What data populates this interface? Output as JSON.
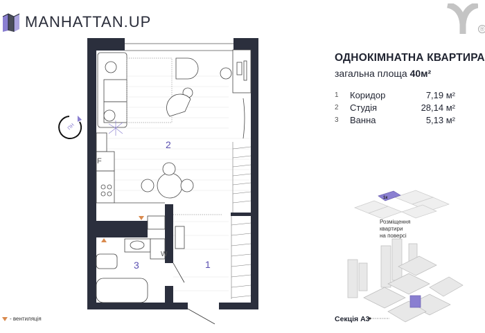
{
  "brand": {
    "name": "MANHATTAN.UP",
    "registered": "®"
  },
  "apartment": {
    "title": "ОДНОКІМНАТНА КВАРТИРА",
    "area_label": "загальна площа",
    "area_value": "40м²",
    "rooms": [
      {
        "num": "1",
        "name": "Коридор",
        "area": "7,19 м²"
      },
      {
        "num": "2",
        "name": "Студія",
        "area": "28,14 м²"
      },
      {
        "num": "3",
        "name": "Ванна",
        "area": "5,13 м²"
      }
    ]
  },
  "plan": {
    "labels": {
      "room1": "1",
      "room2": "2",
      "room3": "3",
      "fridge": "F",
      "washer": "W",
      "compass": "ПН"
    }
  },
  "location": {
    "floor_badge": "1к",
    "floor_caption_1": "Розміщення",
    "floor_caption_2": "квартири",
    "floor_caption_3": "на поверсі",
    "section": "Секція А3"
  },
  "legend": {
    "ventilation": "- вентиляція"
  },
  "colors": {
    "wall": "#2b2f3d",
    "accent": "#8a7fd1",
    "vent": "#d98a4e"
  }
}
